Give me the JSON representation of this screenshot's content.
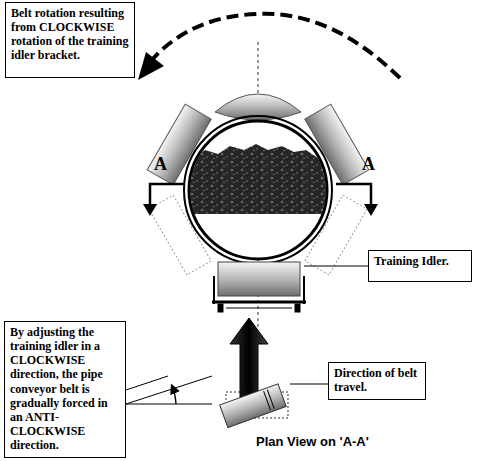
{
  "diagram": {
    "caption": "Plan View on 'A-A'",
    "nodes": [
      {
        "text": [
          "Belt rotation resulting from CLOCKWISE rotation of the training idler bracket."
        ]
      },
      {
        "text": [
          "Training Idler."
        ]
      },
      {
        "text": [
          "By adjusting the training idler in a CLOCKWISE direction, the pipe conveyor belt is gradually forced in an ANTI-CLOCKWISE direction."
        ]
      },
      {
        "text": [
          "Direction of belt travel."
        ]
      }
    ],
    "labels": [
      "A",
      "A"
    ]
  }
}
